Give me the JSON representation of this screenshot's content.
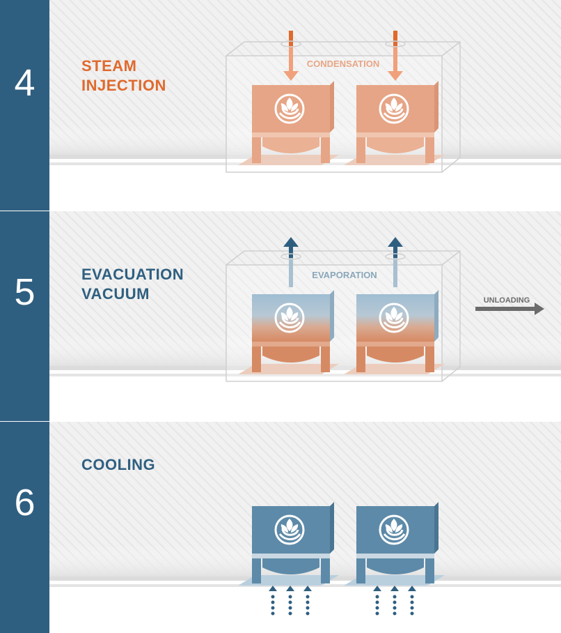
{
  "colors": {
    "blue": "#2f5f80",
    "orange": "#e06a2e",
    "tan": "#e8a585",
    "light_blue": "#a9c4d6",
    "dark_gray": "#6b6b6b"
  },
  "steps": [
    {
      "number": "4",
      "title_line1": "STEAM",
      "title_line2": "INJECTION",
      "label": "CONDENSATION"
    },
    {
      "number": "5",
      "title_line1": "EVACUATION",
      "title_line2": "VACUUM",
      "label": "EVAPORATION",
      "side_label": "UNLOADING"
    },
    {
      "number": "6",
      "title_line1": "COOLING"
    }
  ]
}
